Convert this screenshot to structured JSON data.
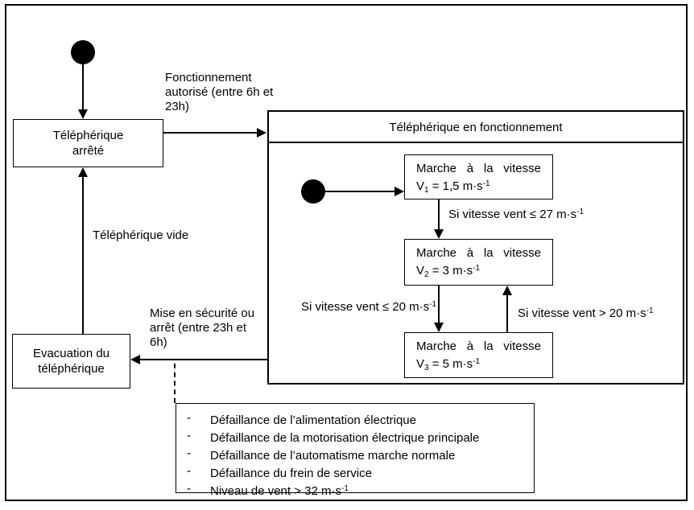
{
  "colors": {
    "line": "#000000",
    "background": "#ffffff",
    "text": "#000000"
  },
  "icons": {
    "initial_main": "filled-circle-initial-state",
    "initial_inner": "filled-circle-initial-state"
  },
  "states": {
    "arrete": {
      "line1": "Téléphérique",
      "line2": "arrêté"
    },
    "evacuation": {
      "line1": "Evacuation du",
      "line2": "téléphérique"
    },
    "fonctionnement": {
      "title": "Téléphérique en fonctionnement"
    },
    "v1": {
      "line1": "Marche à la vitesse",
      "sym": "V",
      "sub": "1",
      "rest": " = 1,5 m·s",
      "sup": "-1"
    },
    "v2": {
      "line1": "Marche à la vitesse",
      "sym": "V",
      "sub": "2",
      "rest": " = 3 m·s",
      "sup": "-1"
    },
    "v3": {
      "line1": "Marche à la vitesse",
      "sym": "V",
      "sub": "3",
      "rest": " = 5 m·s",
      "sup": "-1"
    }
  },
  "transitions": {
    "autorise": {
      "line1": "Fonctionnement",
      "line2": "autorisé (entre 6h et",
      "line3": "23h)"
    },
    "vide": "Téléphérique vide",
    "mise_securite": {
      "line1": "Mise en sécurité ou",
      "line2": "arrêt (entre 23h et",
      "line3": "6h)"
    },
    "v1_v2": {
      "text": "Si vitesse vent ≤ 27 m·s",
      "sup": "-1"
    },
    "v2_v3": {
      "text": "Si vitesse vent ≤ 20 m·s",
      "sup": "-1"
    },
    "v3_v2": {
      "text": "Si vitesse vent > 20 m·s",
      "sup": "-1"
    }
  },
  "note": {
    "items": [
      {
        "bullet": "-",
        "text": "Défaillance de l’alimentation électrique"
      },
      {
        "bullet": "-",
        "text": "Défaillance de la motorisation électrique principale"
      },
      {
        "bullet": "-",
        "text": "Défaillance de l’automatisme marche normale"
      },
      {
        "bullet": "-",
        "text": "Défaillance du frein de service"
      },
      {
        "bullet": "-",
        "text": "Niveau de vent > 32 m·s",
        "sup": "-1"
      }
    ]
  }
}
